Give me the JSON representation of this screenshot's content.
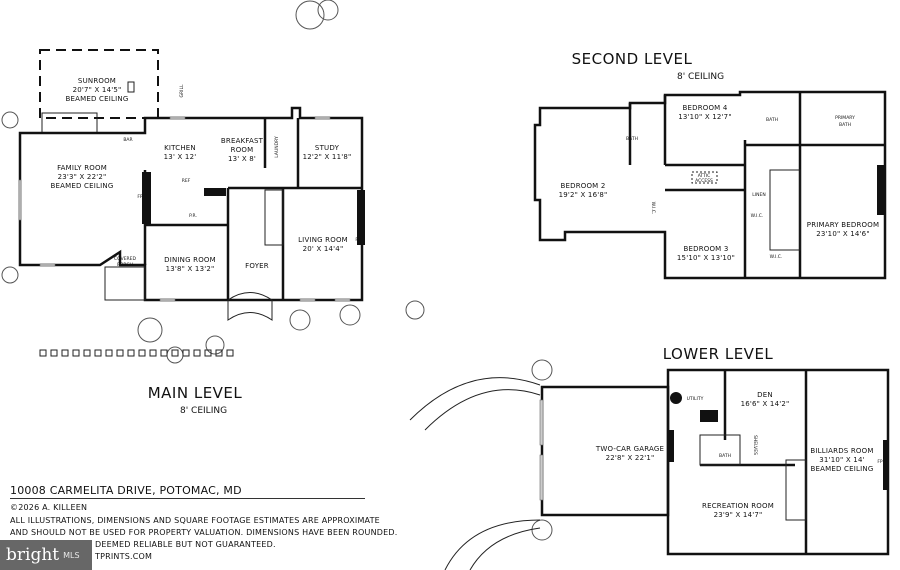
{
  "main_level": {
    "title": "MAIN LEVEL",
    "ceiling": "8' CEILING",
    "rooms": {
      "sunroom": {
        "name": "SUNROOM",
        "dims": "20'7\" X 14'5\"",
        "note": "BEAMED CEILING"
      },
      "family_room": {
        "name": "FAMILY ROOM",
        "dims": "23'3\" X 22'2\"",
        "note": "BEAMED CEILING"
      },
      "kitchen": {
        "name": "KITCHEN",
        "dims": "13' X 12'"
      },
      "breakfast_room": {
        "name": "BREAKFAST",
        "name2": "ROOM",
        "dims": "13' X 8'"
      },
      "laundry": {
        "name": "LAUNDRY"
      },
      "study": {
        "name": "STUDY",
        "dims": "12'2\" X 11'8\""
      },
      "dining_room": {
        "name": "DINING ROOM",
        "dims": "13'8\" X 13'2\""
      },
      "foyer": {
        "name": "FOYER"
      },
      "living_room": {
        "name": "LIVING ROOM",
        "dims": "20' X 14'4\""
      },
      "covered_porch": {
        "name": "COVERED",
        "name2": "PORCH"
      },
      "powder_room": {
        "name": "P.R."
      },
      "bar": {
        "name": "BAR"
      },
      "grill": {
        "name": "GRILL"
      },
      "ref": {
        "name": "REF"
      },
      "fp_family": {
        "name": "FP"
      },
      "fp_living": {
        "name": "FP"
      }
    }
  },
  "second_level": {
    "title": "SECOND LEVEL",
    "ceiling": "8' CEILING",
    "rooms": {
      "bedroom_2": {
        "name": "BEDROOM 2",
        "dims": "19'2\" X 16'8\""
      },
      "bedroom_4": {
        "name": "BEDROOM 4",
        "dims": "13'10\" X 12'7\""
      },
      "bedroom_3": {
        "name": "BEDROOM 3",
        "dims": "15'10\" X 13'10\""
      },
      "primary_bedroom": {
        "name": "PRIMARY BEDROOM",
        "dims": "23'10\" X 14'6\""
      },
      "bath_1": {
        "name": "BATH"
      },
      "bath_2": {
        "name": "BATH"
      },
      "primary_bath": {
        "name": "PRIMARY",
        "name2": "BATH"
      },
      "attic_access": {
        "name": "ATTIC",
        "name2": "ACCESS"
      },
      "linen": {
        "name": "LINEN"
      },
      "wic_1": {
        "name": "W.I.C."
      },
      "wic_2": {
        "name": "W.I.C."
      },
      "wic_3": {
        "name": "W.I.C."
      }
    }
  },
  "lower_level": {
    "title": "LOWER LEVEL",
    "rooms": {
      "garage": {
        "name": "TWO-CAR GARAGE",
        "dims": "22'8\" X 22'1\""
      },
      "utility": {
        "name": "UTILITY"
      },
      "den": {
        "name": "DEN",
        "dims": "16'6\" X 14'2\""
      },
      "bath": {
        "name": "BATH"
      },
      "shelves": {
        "name": "SHELVES"
      },
      "billiards_room": {
        "name": "BILLIARDS ROOM",
        "dims": "31'10\" X 14'",
        "note": "BEAMED CEILING"
      },
      "recreation_room": {
        "name": "RECREATION ROOM",
        "dims": "23'9\" X 14'7\""
      },
      "fp": {
        "name": "FP"
      }
    }
  },
  "footer": {
    "address": "10008 CARMELITA DRIVE, POTOMAC, MD",
    "copyright": "©2026 A. KILLEEN",
    "disclaimer_1": "ALL ILLUSTRATIONS, DIMENSIONS AND SQUARE FOOTAGE ESTIMATES ARE APPROXIMATE",
    "disclaimer_2": "AND  SHOULD NOT BE USED FOR PROPERTY VALUATION. DIMENSIONS HAVE BEEN ROUNDED.",
    "disclaimer_3": "DEEMED RELIABLE BUT NOT GUARANTEED.",
    "website": "TPRINTS.COM"
  },
  "watermark": {
    "brand": "bright",
    "suffix": "MLS"
  }
}
